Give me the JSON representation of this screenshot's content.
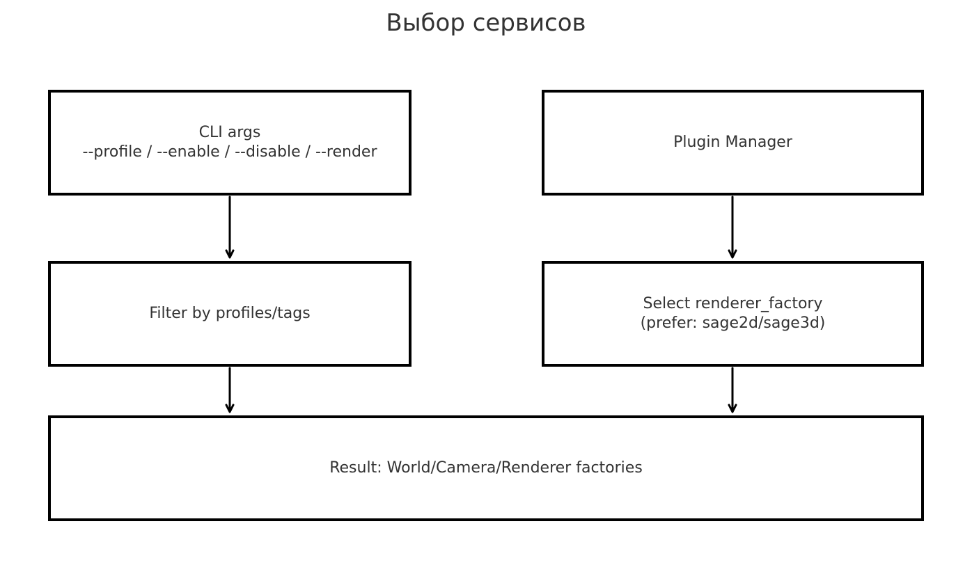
{
  "title": "Выбор сервисов",
  "nodes": {
    "cli": {
      "line1": "CLI args",
      "line2": "--profile / --enable / --disable / --render"
    },
    "plugin": {
      "line1": "Plugin Manager"
    },
    "filter": {
      "line1": "Filter by profiles/tags"
    },
    "select": {
      "line1": "Select renderer_factory",
      "line2": "(prefer: sage2d/sage3d)"
    },
    "result": {
      "line1": "Result: World/Camera/Renderer factories"
    }
  },
  "edges": [
    {
      "from": "cli",
      "to": "filter"
    },
    {
      "from": "plugin",
      "to": "select"
    },
    {
      "from": "filter",
      "to": "result"
    },
    {
      "from": "select",
      "to": "result"
    }
  ],
  "colors": {
    "border": "#000000",
    "text": "#333333",
    "background": "#ffffff"
  }
}
